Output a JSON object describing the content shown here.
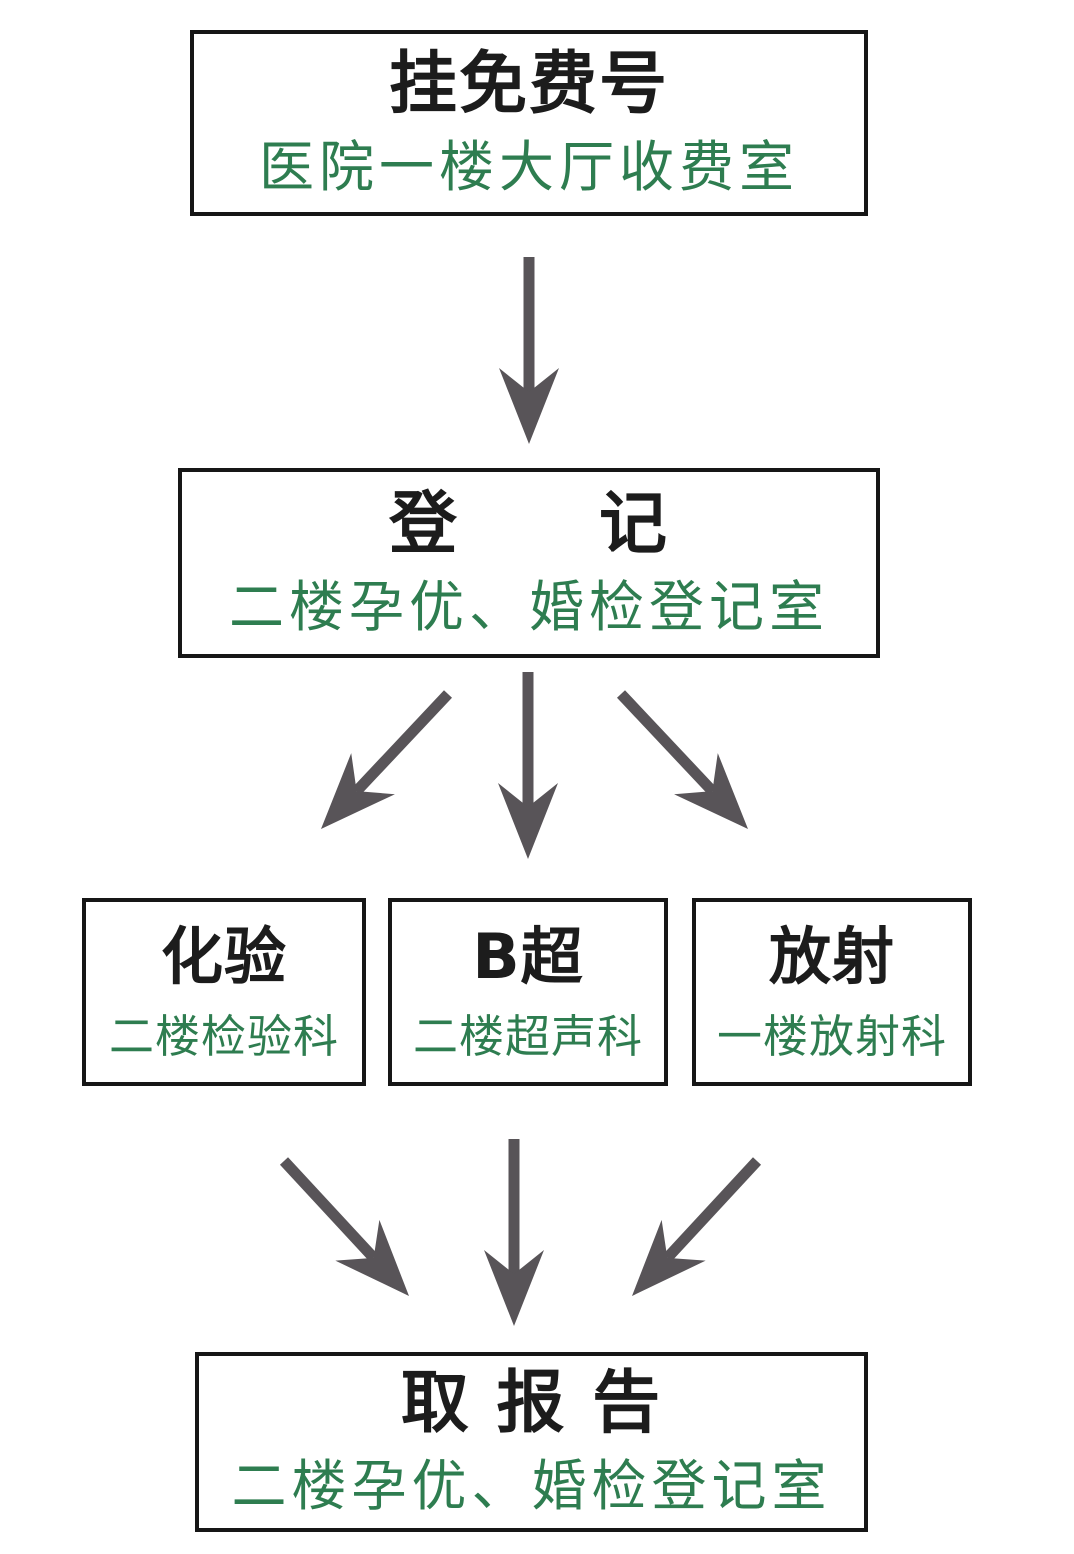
{
  "page": {
    "background": "#ffffff"
  },
  "colors": {
    "box_border": "#161616",
    "box_background": "#ffffff",
    "title_text": "#1c1c1c",
    "location_text": "#2e7d50",
    "arrow": "#585458"
  },
  "flowchart": {
    "type": "flowchart",
    "nodes": [
      {
        "id": "register",
        "title": "挂免费号",
        "location": "医院一楼大厅收费室"
      },
      {
        "id": "checkin",
        "title": "登　　记",
        "location": "二楼孕优、婚检登记室"
      },
      {
        "id": "lab",
        "title": "化验",
        "location": "二楼检验科"
      },
      {
        "id": "ultrasound",
        "title": "B超",
        "location": "二楼超声科"
      },
      {
        "id": "radiology",
        "title": "放射",
        "location": "一楼放射科"
      },
      {
        "id": "report",
        "title": "取 报 告",
        "location": "二楼孕优、婚检登记室"
      }
    ],
    "edges": [
      {
        "from": "register",
        "to": "checkin"
      },
      {
        "from": "checkin",
        "to": "lab"
      },
      {
        "from": "checkin",
        "to": "ultrasound"
      },
      {
        "from": "checkin",
        "to": "radiology"
      },
      {
        "from": "lab",
        "to": "report"
      },
      {
        "from": "ultrasound",
        "to": "report"
      },
      {
        "from": "radiology",
        "to": "report"
      }
    ]
  }
}
